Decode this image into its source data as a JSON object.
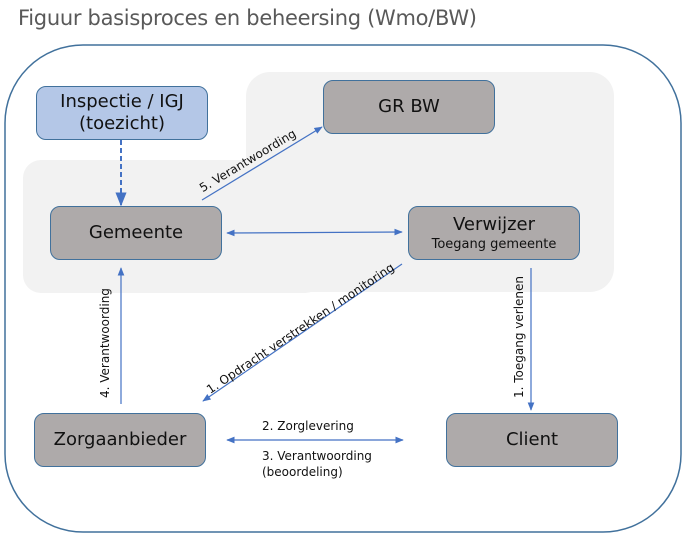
{
  "title": "Figuur basisproces en beheersing (Wmo/BW)",
  "colors": {
    "node_fill": "#aeaaaa",
    "node_fill_supervision": "#b4c7e7",
    "node_border": "#41719c",
    "arrow": "#4472c4",
    "group_fill": "#f2f2f2",
    "outer_border": "#41719c"
  },
  "nodes": {
    "inspectie": {
      "line1": "Inspectie / IGJ",
      "line2": "(toezicht)"
    },
    "gr_bw": {
      "label": "GR BW"
    },
    "gemeente": {
      "label": "Gemeente"
    },
    "verwijzer": {
      "label": "Verwijzer",
      "sub": "Toegang gemeente"
    },
    "zorgaanbieder": {
      "label": "Zorgaanbieder"
    },
    "client": {
      "label": "Client"
    }
  },
  "edges": {
    "verantwoording_gr": "5. Verantwoording",
    "opdracht": "1. Opdracht verstrekken / monitoring",
    "verantwoording_gemeente": "4. Verantwoording",
    "toegang_verlenen": "1. Toegang verlenen",
    "zorglevering": "2. Zorglevering",
    "verantwoording_client_1": "3. Verantwoording",
    "verantwoording_client_2": "(beoordeling)"
  }
}
